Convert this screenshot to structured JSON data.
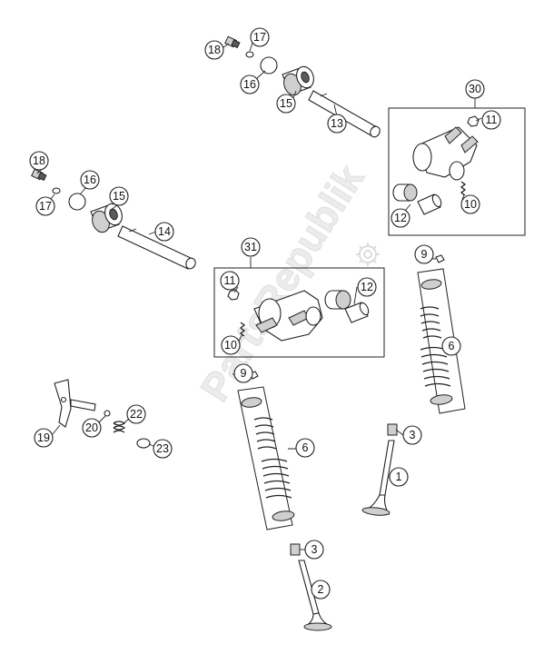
{
  "watermark": {
    "text": "PartsRepublik"
  },
  "callouts": [
    {
      "id": "c18a",
      "label": "18"
    },
    {
      "id": "c17a",
      "label": "17"
    },
    {
      "id": "c16a",
      "label": "16"
    },
    {
      "id": "c15a",
      "label": "15"
    },
    {
      "id": "c13",
      "label": "13"
    },
    {
      "id": "c30",
      "label": "30"
    },
    {
      "id": "c11a",
      "label": "11"
    },
    {
      "id": "c12a",
      "label": "12"
    },
    {
      "id": "c10a",
      "label": "10"
    },
    {
      "id": "c18b",
      "label": "18"
    },
    {
      "id": "c16b",
      "label": "16"
    },
    {
      "id": "c17b",
      "label": "17"
    },
    {
      "id": "c15b",
      "label": "15"
    },
    {
      "id": "c14",
      "label": "14"
    },
    {
      "id": "c31",
      "label": "31"
    },
    {
      "id": "c11b",
      "label": "11"
    },
    {
      "id": "c12b",
      "label": "12"
    },
    {
      "id": "c10b",
      "label": "10"
    },
    {
      "id": "c9a",
      "label": "9"
    },
    {
      "id": "c6a",
      "label": "6"
    },
    {
      "id": "c9b",
      "label": "9"
    },
    {
      "id": "c3a",
      "label": "3"
    },
    {
      "id": "c1",
      "label": "1"
    },
    {
      "id": "c6b",
      "label": "6"
    },
    {
      "id": "c3b",
      "label": "3"
    },
    {
      "id": "c2",
      "label": "2"
    },
    {
      "id": "c19",
      "label": "19"
    },
    {
      "id": "c20",
      "label": "20"
    },
    {
      "id": "c22",
      "label": "22"
    },
    {
      "id": "c23",
      "label": "23"
    }
  ]
}
